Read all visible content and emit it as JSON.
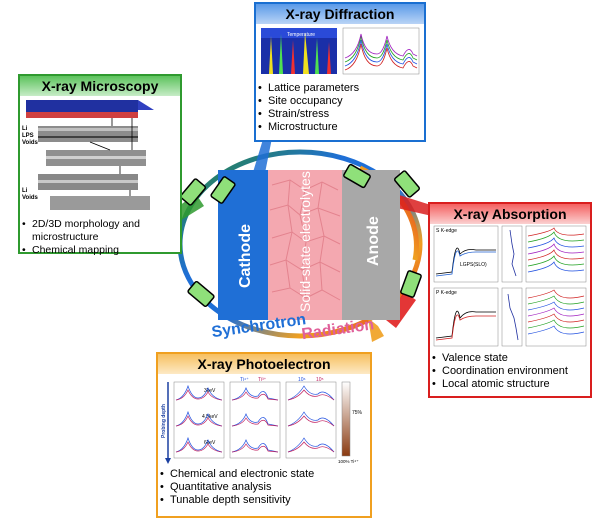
{
  "colors": {
    "diffraction": "#1a6fd1",
    "microscopy": "#2f9a2f",
    "absorption": "#d91e1e",
    "photoelectron": "#f0a020",
    "cathode": "#1f6fd6",
    "electrolyte": "#f4a8b0",
    "anode": "#a8a8a8",
    "connector": "#8fe07a"
  },
  "center": {
    "cathode": "Cathode",
    "electrolyte": "Solid-state electrolytes",
    "anode": "Anode",
    "ring_label_1": "Synchrotron",
    "ring_label_2": "Radiation"
  },
  "diffraction": {
    "title": "X-ray Diffraction",
    "items": [
      "Lattice parameters",
      "Site occupancy",
      "Strain/stress",
      "Microstructure"
    ],
    "fig_label": "Temperature"
  },
  "microscopy": {
    "title": "X-ray Microscopy",
    "layer_labels": [
      "Li",
      "LPS",
      "Voids",
      "Li",
      "Voids"
    ],
    "items": [
      "2D/3D morphology and microstructure",
      "Chemical mapping"
    ]
  },
  "absorption": {
    "title": "X-ray Absorption",
    "fig_labels": [
      "S K-edge",
      "P K-edge",
      "LGPS(SLO)"
    ],
    "items": [
      "Valence state",
      "Coordination environment",
      "Local atomic structure"
    ]
  },
  "photoelectron": {
    "title": "X-ray Photoelectron",
    "probing_label": "Probing depth",
    "energy_labels": [
      "3keV",
      "4.5keV",
      "6keV"
    ],
    "col_labels": [
      "Ti⁴⁺",
      "Ti³⁺",
      "10⁶",
      "10⁵"
    ],
    "scale_labels": [
      "75%",
      "100% Ti⁴⁺"
    ],
    "items": [
      "Chemical and electronic state",
      "Quantitative analysis",
      "Tunable depth sensitivity"
    ]
  }
}
